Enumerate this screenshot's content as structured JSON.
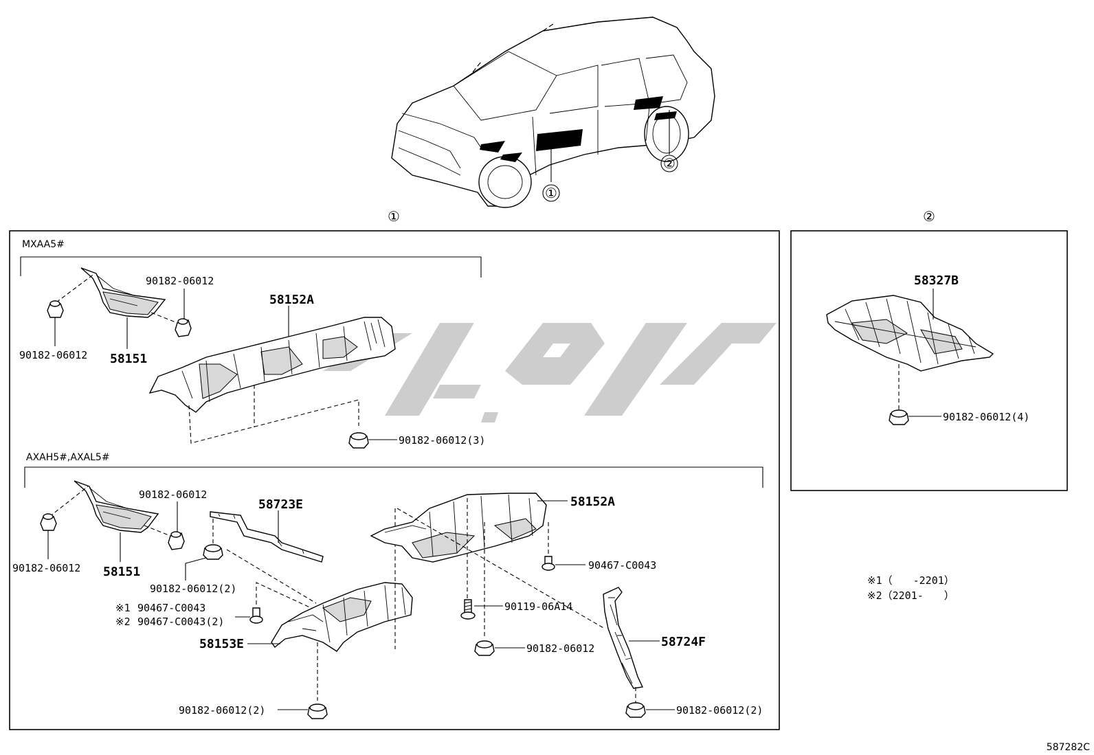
{
  "callouts": {
    "one": "①",
    "two": "②"
  },
  "groups": {
    "mxaa": "MXAA5#",
    "axah": "AXAH5#,AXAL5#"
  },
  "parts": {
    "top_clip_a": "90182-06012",
    "top_clip_b": "90182-06012",
    "top_bracket": "58151",
    "top_insulator": "58152A",
    "top_clip_3": "90182-06012(3)",
    "low_clip_a": "90182-06012",
    "low_clip_b": "90182-06012",
    "low_bracket": "58151",
    "low_brace": "58723E",
    "low_clip_2a": "90182-06012(2)",
    "low_note1_part": "90467-C0043",
    "low_note2_part": "90467-C0043(2)",
    "low_cover_e": "58153E",
    "low_clip_2b": "90182-06012(2)",
    "low_insulator": "58152A",
    "low_rivet": "90467-C0043",
    "low_bolt": "90119-06A14",
    "low_clip_c": "90182-06012",
    "low_brace_f": "58724F",
    "low_clip_2c": "90182-06012(2)",
    "rear_insulator": "58327B",
    "rear_clip_4": "90182-06012(4)"
  },
  "notes": {
    "n1_mark": "※1",
    "n2_mark": "※2",
    "legend_1": "※1（　　-2201）",
    "legend_2": "※2（2201-　　）"
  },
  "diagram_code": "587282C"
}
